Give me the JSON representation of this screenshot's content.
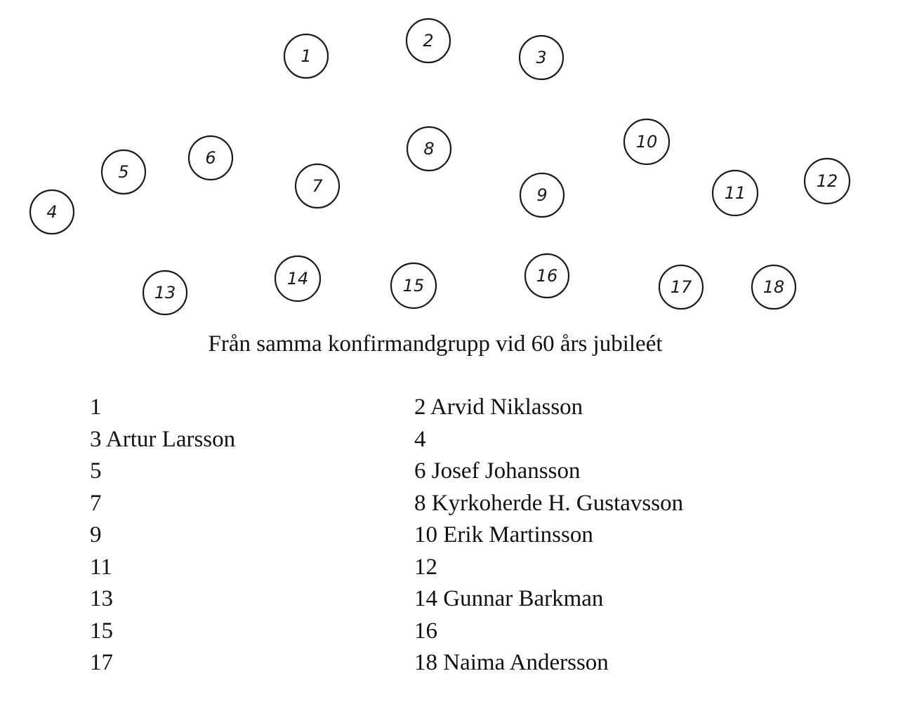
{
  "caption": "Från samma konfirmandgrupp vid 60 års jubileét",
  "diagram": {
    "markers": [
      {
        "label": "1"
      },
      {
        "label": "2"
      },
      {
        "label": "3"
      },
      {
        "label": "4"
      },
      {
        "label": "5"
      },
      {
        "label": "6"
      },
      {
        "label": "7"
      },
      {
        "label": "8"
      },
      {
        "label": "9"
      },
      {
        "label": "10"
      },
      {
        "label": "11"
      },
      {
        "label": "12"
      },
      {
        "label": "13"
      },
      {
        "label": "14"
      },
      {
        "label": "15"
      },
      {
        "label": "16"
      },
      {
        "label": "17"
      },
      {
        "label": "18"
      }
    ]
  },
  "legend": {
    "left": [
      "1",
      "3 Artur Larsson",
      "5",
      "7",
      "9",
      "11",
      "13",
      "15",
      "17"
    ],
    "right": [
      "2 Arvid Niklasson",
      "4",
      "6 Josef Johansson",
      "8 Kyrkoherde H. Gustavsson",
      "10 Erik Martinsson",
      "12",
      "14 Gunnar Barkman",
      "16",
      "18 Naima Andersson"
    ]
  }
}
